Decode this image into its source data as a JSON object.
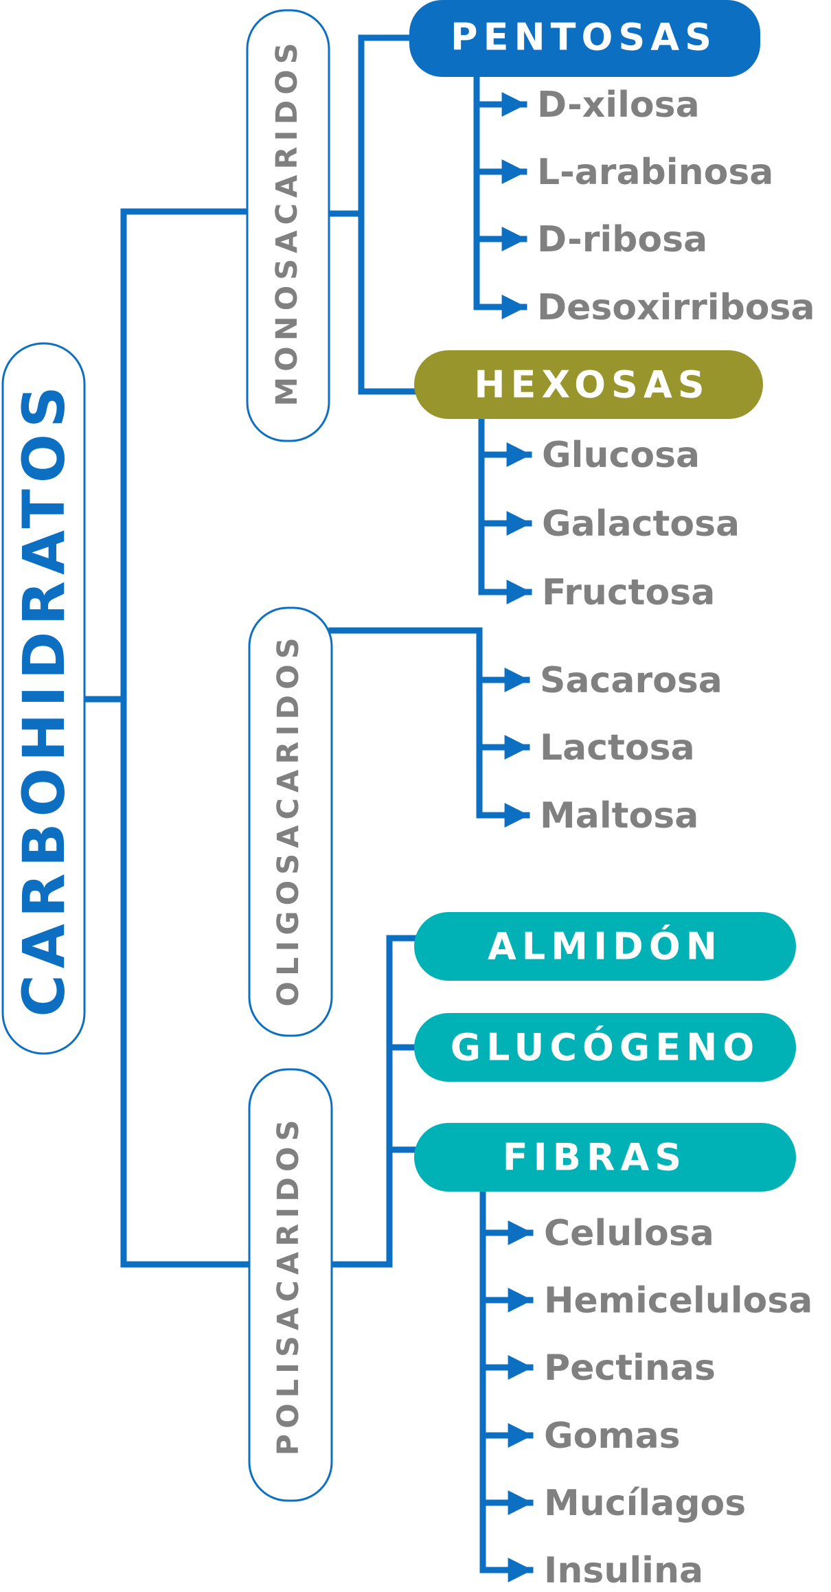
{
  "colors": {
    "line": "#0d6fc2",
    "item_text": "#808080",
    "pentosas": "#0d6fc2",
    "hexosas": "#97952c",
    "polisacaridos": "#00b1b6",
    "pill_text": "#ffffff",
    "side_text": "#808080",
    "main_text": "#0d6fc2"
  },
  "root": {
    "label": "CARBOHIDRATOS"
  },
  "branches": {
    "monosacaridos": {
      "label": "MONOSACARIDOS",
      "groups": {
        "pentosas": {
          "label": "PENTOSAS",
          "items": [
            "D-xilosa",
            "L-arabinosa",
            "D-ribosa",
            "Desoxirribosa"
          ]
        },
        "hexosas": {
          "label": "HEXOSAS",
          "items": [
            "Glucosa",
            "Galactosa",
            "Fructosa"
          ]
        }
      }
    },
    "oligosacaridos": {
      "label": "OLIGOSACARIDOS",
      "items": [
        "Sacarosa",
        "Lactosa",
        "Maltosa"
      ]
    },
    "polisacaridos": {
      "label": "POLISACARIDOS",
      "groups": {
        "almidon": {
          "label": "ALMIDÓN"
        },
        "glucogeno": {
          "label": "GLUCÓGENO"
        },
        "fibras": {
          "label": "FIBRAS",
          "items": [
            "Celulosa",
            "Hemicelulosa",
            "Pectinas",
            "Gomas",
            "Mucílagos",
            "Insulina"
          ]
        }
      }
    }
  }
}
